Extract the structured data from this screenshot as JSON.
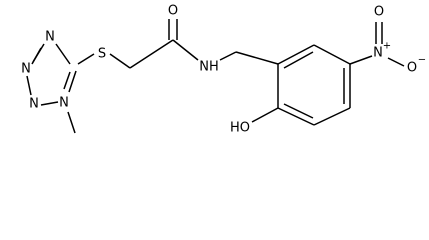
{
  "structure": {
    "atoms": {
      "s": "S",
      "o_carbonyl": "O",
      "nh": "NH",
      "oh": "HO",
      "n_tz1": "N",
      "n_tz2": "N",
      "n_tz3": "N",
      "n_tz4": "N",
      "n_nitro": "N",
      "n_nitro_charge": "+",
      "o_nitro_top": "O",
      "o_nitro_right": "O",
      "o_nitro_charge": "−"
    }
  },
  "colors": {
    "ink": "#000000",
    "background": "#ffffff"
  }
}
